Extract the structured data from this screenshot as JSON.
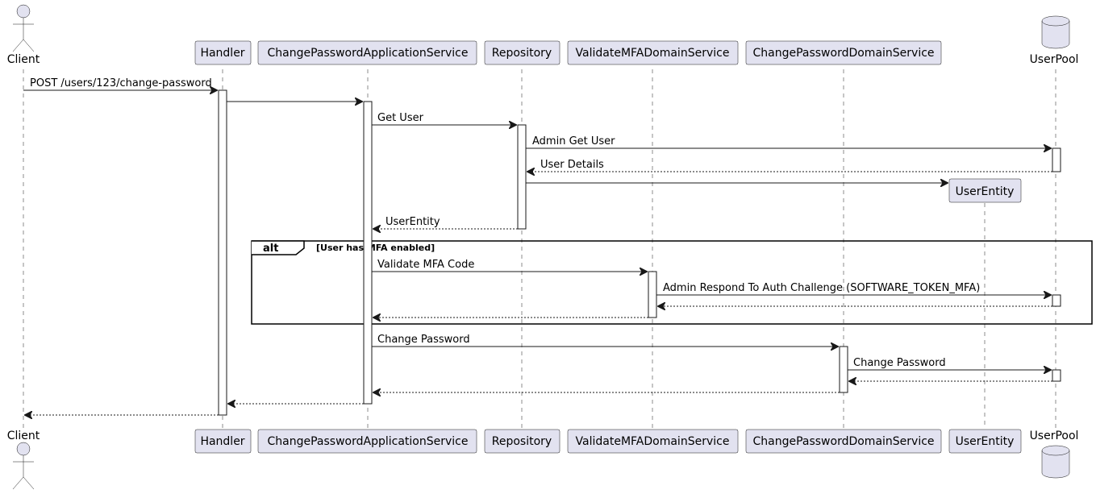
{
  "participants": {
    "client": "Client",
    "handler": "Handler",
    "app_service": "ChangePasswordApplicationService",
    "repository": "Repository",
    "validate_mfa": "ValidateMFADomainService",
    "change_password_ds": "ChangePasswordDomainService",
    "user_entity": "UserEntity",
    "user_pool": "UserPool"
  },
  "messages": {
    "post_change_password": "POST /users/123/change-password",
    "get_user": "Get User",
    "admin_get_user": "Admin Get User",
    "user_details": "User Details",
    "user_entity_return": "UserEntity",
    "validate_mfa_code": "Validate MFA Code",
    "admin_respond_challenge": "Admin Respond To Auth Challenge (SOFTWARE_TOKEN_MFA)",
    "change_password": "Change Password",
    "change_password_pool": "Change Password"
  },
  "alt_fragment": {
    "keyword": "alt",
    "condition": "[User has MFA enabled]"
  },
  "colors": {
    "participant_fill": "#E2E2F0",
    "line": "#181818"
  }
}
